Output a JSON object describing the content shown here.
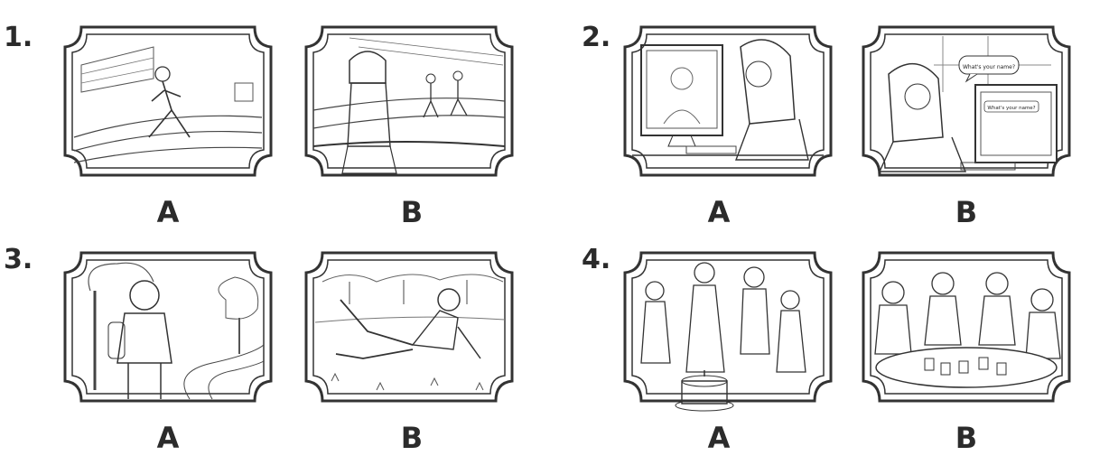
{
  "groups": [
    {
      "number": "1.",
      "options": [
        {
          "letter": "A",
          "scene": "girl-running-on-track"
        },
        {
          "letter": "B",
          "scene": "girl-watching-runners-at-track"
        }
      ]
    },
    {
      "number": "2.",
      "options": [
        {
          "letter": "A",
          "scene": "girl-at-computer-video-call"
        },
        {
          "letter": "B",
          "scene": "girl-chatting-on-computer",
          "speech_bubble": "What's your name?",
          "screen_text": "What's your name?"
        }
      ]
    },
    {
      "number": "3.",
      "options": [
        {
          "letter": "A",
          "scene": "boy-with-backpack-in-park"
        },
        {
          "letter": "B",
          "scene": "boy-falling-on-grass"
        }
      ]
    },
    {
      "number": "4.",
      "options": [
        {
          "letter": "A",
          "scene": "kids-singing-at-birthday-party"
        },
        {
          "letter": "B",
          "scene": "kids-playing-cards-at-table"
        }
      ]
    }
  ]
}
